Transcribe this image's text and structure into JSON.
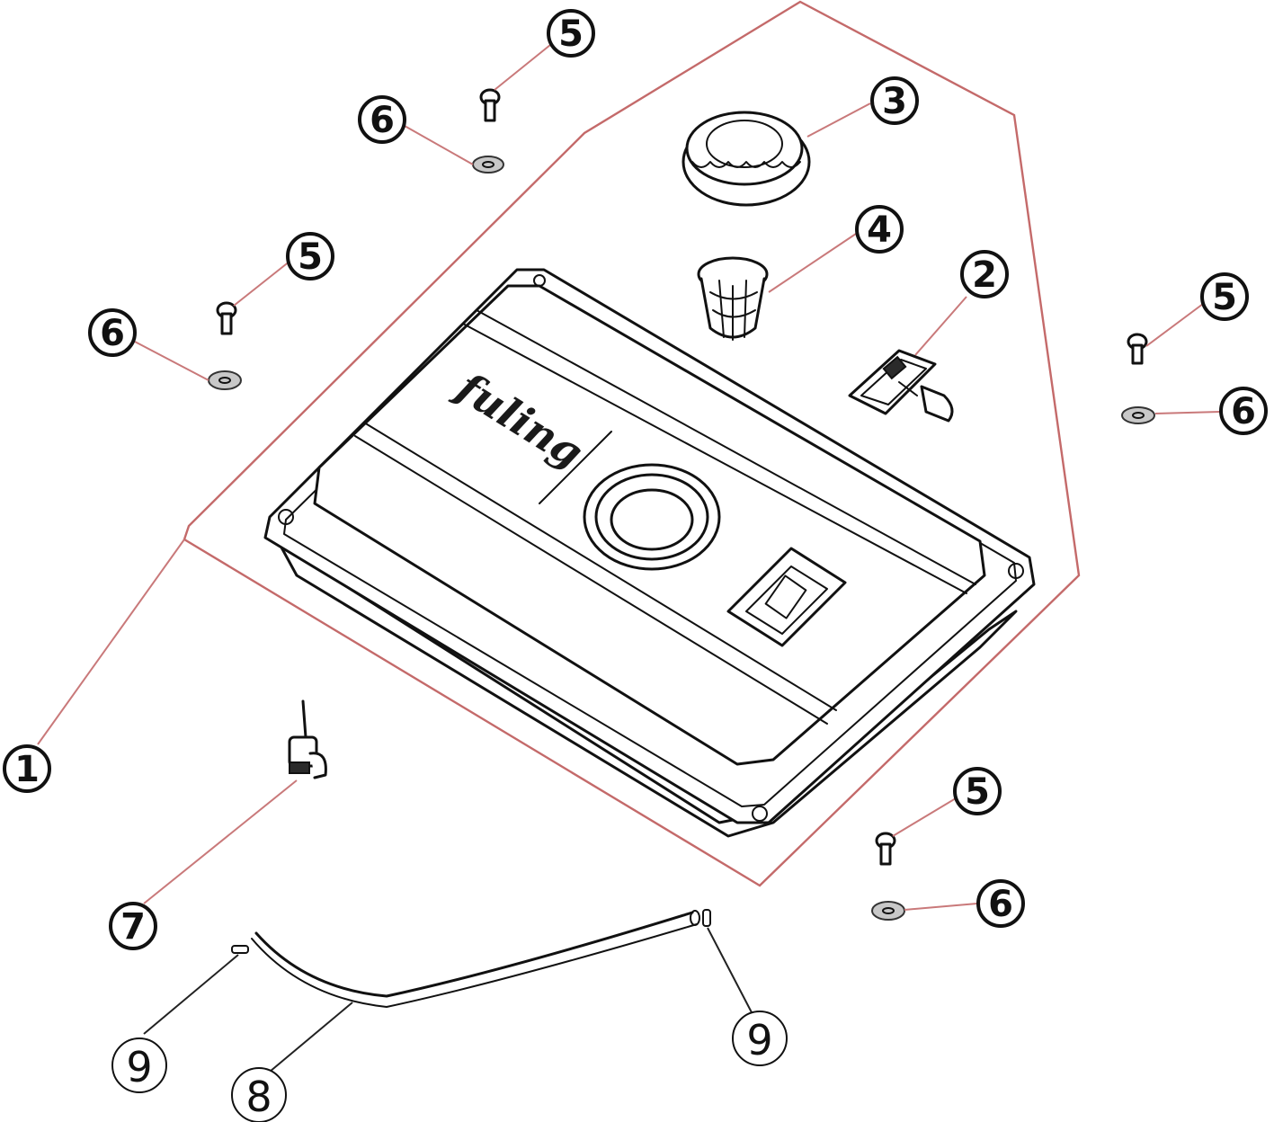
{
  "diagram": {
    "brand_logo": "fuling",
    "callouts": [
      {
        "id": "c5a",
        "label": "5",
        "style": "bold"
      },
      {
        "id": "c6a",
        "label": "6",
        "style": "bold"
      },
      {
        "id": "c3",
        "label": "3",
        "style": "bold"
      },
      {
        "id": "c4",
        "label": "4",
        "style": "bold"
      },
      {
        "id": "c2",
        "label": "2",
        "style": "bold"
      },
      {
        "id": "c5b",
        "label": "5",
        "style": "bold"
      },
      {
        "id": "c6b",
        "label": "6",
        "style": "bold"
      },
      {
        "id": "c5c",
        "label": "5",
        "style": "bold"
      },
      {
        "id": "c6c",
        "label": "6",
        "style": "bold"
      },
      {
        "id": "c1",
        "label": "1",
        "style": "bold"
      },
      {
        "id": "c7",
        "label": "7",
        "style": "bold"
      },
      {
        "id": "c5d",
        "label": "5",
        "style": "bold"
      },
      {
        "id": "c6d",
        "label": "6",
        "style": "bold"
      },
      {
        "id": "c9a",
        "label": "9",
        "style": "thin"
      },
      {
        "id": "c8",
        "label": "8",
        "style": "thin"
      },
      {
        "id": "c9b",
        "label": "9",
        "style": "thin"
      }
    ],
    "colors": {
      "line": "#111111",
      "leader": "#c9797a",
      "boundary": "#c46a6a"
    }
  }
}
